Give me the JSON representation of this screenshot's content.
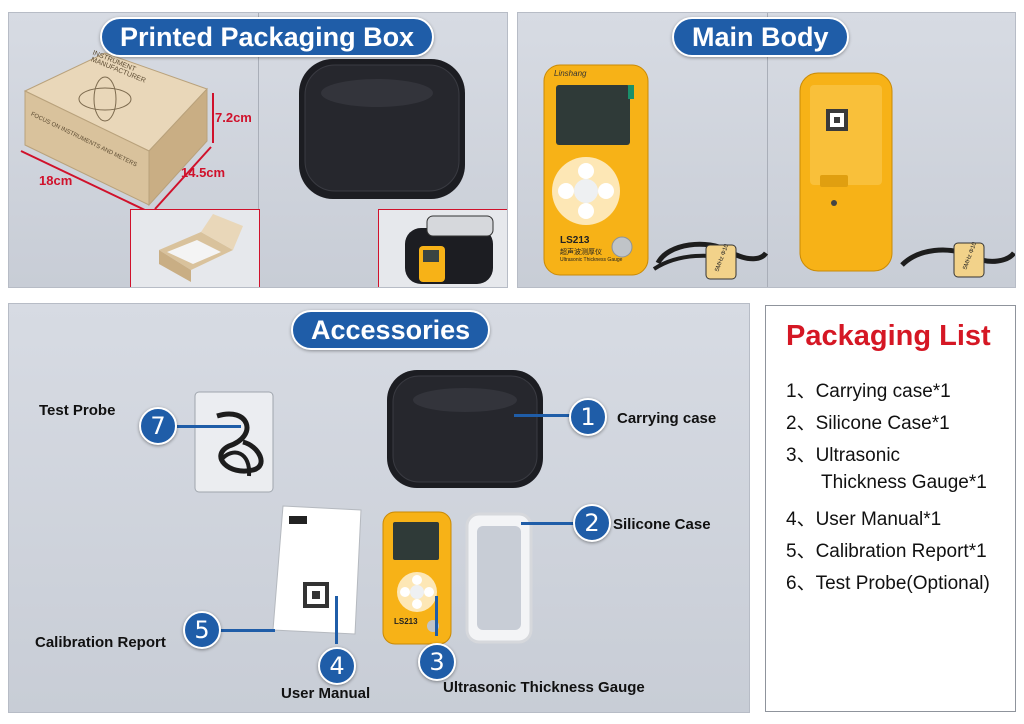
{
  "sections": {
    "packaging_box": "Printed Packaging Box",
    "main_body": "Main Body",
    "accessories": "Accessories"
  },
  "box_dimensions": {
    "width": "18cm",
    "depth": "14.5cm",
    "height": "7.2cm"
  },
  "box_print": {
    "line1": "INSTRUMENT",
    "line2": "MANUFACTURER",
    "line3": "FOCUS ON INSTRUMENTS AND METERS"
  },
  "device": {
    "brand": "Linshang",
    "model": "LS213",
    "name_cn": "超声波测厚仪",
    "name_en": "Ultrasonic Thickness Gauge"
  },
  "probe_label": "5MHz Φ10",
  "callouts": [
    {
      "number": "1",
      "label": "Carrying case"
    },
    {
      "number": "2",
      "label": "Silicone Case"
    },
    {
      "number": "3",
      "label": "Ultrasonic Thickness Gauge"
    },
    {
      "number": "4",
      "label": "User Manual"
    },
    {
      "number": "5",
      "label": "Calibration Report"
    },
    {
      "number": "7",
      "label": "Test Probe"
    }
  ],
  "packaging_list": {
    "title": "Packaging List",
    "items": [
      "1、Carrying case*1",
      "2、Silicone Case*1",
      "3、Ultrasonic",
      "Thickness Gauge*1",
      "4、User Manual*1",
      "5、Calibration Report*1",
      "6、Test Probe(Optional)"
    ]
  },
  "colors": {
    "accent_blue": "#1f5da8",
    "device_yellow": "#f7b217",
    "title_red": "#d51724",
    "dimension_red": "#d0112b"
  }
}
